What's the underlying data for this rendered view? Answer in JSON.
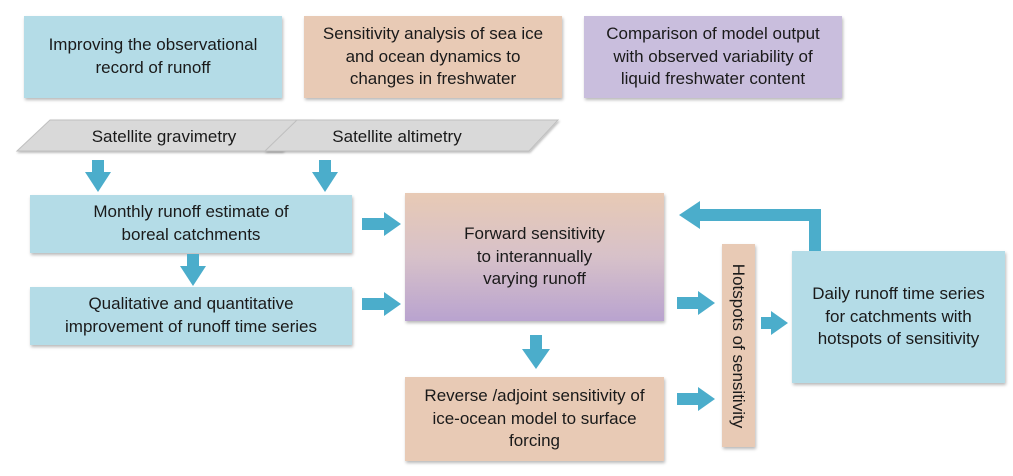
{
  "goals": {
    "observational": "Improving the observational\nrecord of runoff",
    "sensitivity": "Sensitivity analysis of sea ice\nand ocean dynamics to\nchanges in freshwater",
    "comparison": "Comparison of model output\nwith observed variability of\nliquid freshwater content"
  },
  "inputs": {
    "gravimetry": "Satellite gravimetry",
    "altimetry": "Satellite altimetry"
  },
  "process": {
    "monthly_runoff": "Monthly runoff estimate of\nboreal catchments",
    "improvement": "Qualitative and quantitative\nimprovement of runoff time series",
    "forward": "Forward sensitivity\nto interannually\nvarying runoff",
    "reverse": "Reverse /adjoint sensitivity of\nice-ocean model to surface\nforcing",
    "hotspots": "Hotspots of sensitivity",
    "daily": "Daily runoff time series\nfor catchments with\nhotspots of sensitivity"
  },
  "colors": {
    "arrow": "#4badcb",
    "blue_box": "#b4dce7",
    "tan_box": "#e8cab5",
    "purple_box": "#c9bedd",
    "parallelogram": "#d9d9d9"
  }
}
